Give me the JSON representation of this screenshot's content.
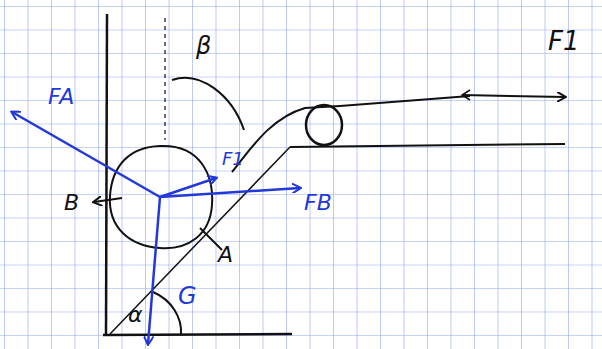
{
  "diagram": {
    "labels": [
      "F1",
      "FA",
      "β",
      "F1",
      "FB",
      "B",
      "A",
      "G",
      "α"
    ]
  }
}
